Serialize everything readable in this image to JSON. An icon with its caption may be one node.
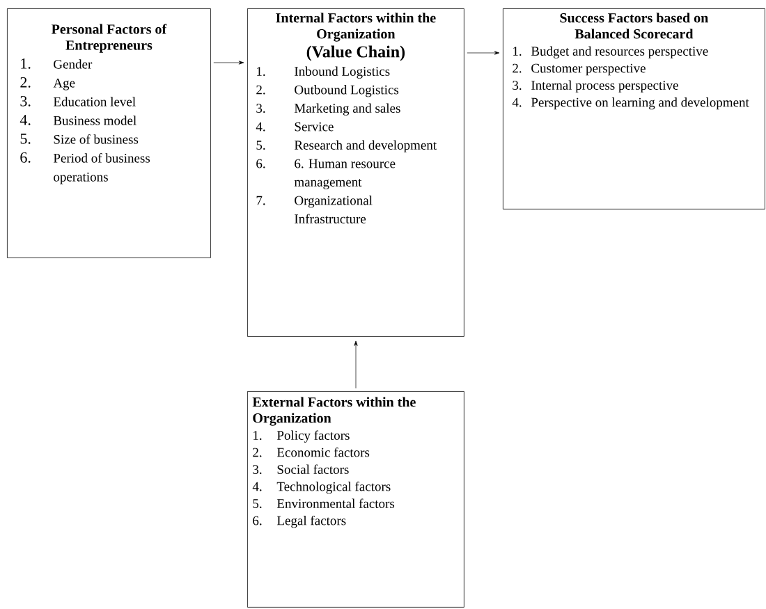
{
  "diagram": {
    "nodes": [
      {
        "text": [
          "Personal Factors of Entrepreneurs",
          "1.",
          "Gender",
          "2.",
          "Age",
          "3.",
          "Education level",
          "4.",
          "Business model",
          "5.",
          "Size of business",
          "6.",
          "Period of business operations"
        ]
      },
      {
        "text": [
          "Internal Factors within the Organization",
          "(Value Chain)",
          "1.",
          "Inbound Logistics",
          "2.",
          "Outbound Logistics",
          "3.",
          "Marketing and sales",
          "4.",
          "Service",
          "5.",
          "Research and development",
          "6.",
          "6. Human resource management",
          "7.",
          "Organizational Infrastructure"
        ]
      },
      {
        "text": [
          "Success Factors based on Balanced Scorecard",
          "1.",
          "Budget and resources perspective",
          "2.",
          "Customer perspective",
          "3.",
          "Internal process perspective",
          "4.",
          "Perspective on learning and development"
        ]
      },
      {
        "text": [
          "External Factors within the Organization",
          "1.",
          "Policy factors",
          "2.",
          "Economic factors",
          "3.",
          "Social factors",
          "4.",
          "Technological factors",
          "5.",
          "Environmental factors",
          "6.",
          "Legal factors"
        ]
      }
    ],
    "edges": [
      {
        "from": 0,
        "to": 1,
        "arrow": "to"
      },
      {
        "from": 1,
        "to": 2,
        "arrow": "to"
      },
      {
        "from": 3,
        "to": 1,
        "arrow": "to"
      }
    ]
  }
}
